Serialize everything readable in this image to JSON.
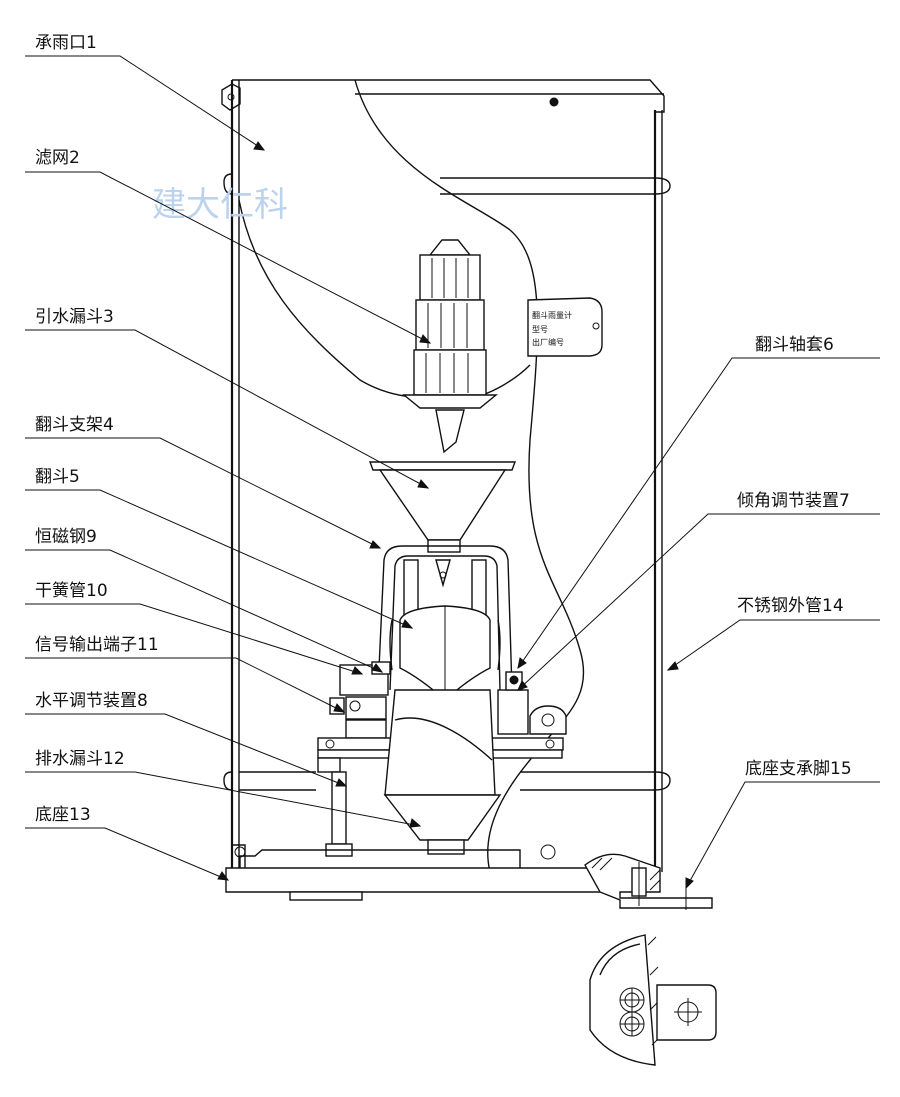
{
  "watermark": "建大仁科",
  "left_labels": [
    {
      "id": "l1",
      "text": "承雨口1"
    },
    {
      "id": "l2",
      "text": "滤网2"
    },
    {
      "id": "l3",
      "text": "引水漏斗3"
    },
    {
      "id": "l4",
      "text": "翻斗支架4"
    },
    {
      "id": "l5",
      "text": "翻斗5"
    },
    {
      "id": "l9",
      "text": "恒磁钢9"
    },
    {
      "id": "l10",
      "text": "干簧管10"
    },
    {
      "id": "l11",
      "text": "信号输出端子11"
    },
    {
      "id": "l8",
      "text": "水平调节装置8"
    },
    {
      "id": "l12",
      "text": "排水漏斗12"
    },
    {
      "id": "l13",
      "text": "底座13"
    }
  ],
  "right_labels": [
    {
      "id": "l6",
      "text": "翻斗轴套6"
    },
    {
      "id": "l7",
      "text": "倾角调节装置7"
    },
    {
      "id": "l14",
      "text": "不锈钢外管14"
    },
    {
      "id": "l15",
      "text": "底座支承脚15"
    }
  ],
  "label_plate": {
    "line1": "翻斗雨量计",
    "line2": "型号",
    "line3": "出厂编号"
  }
}
